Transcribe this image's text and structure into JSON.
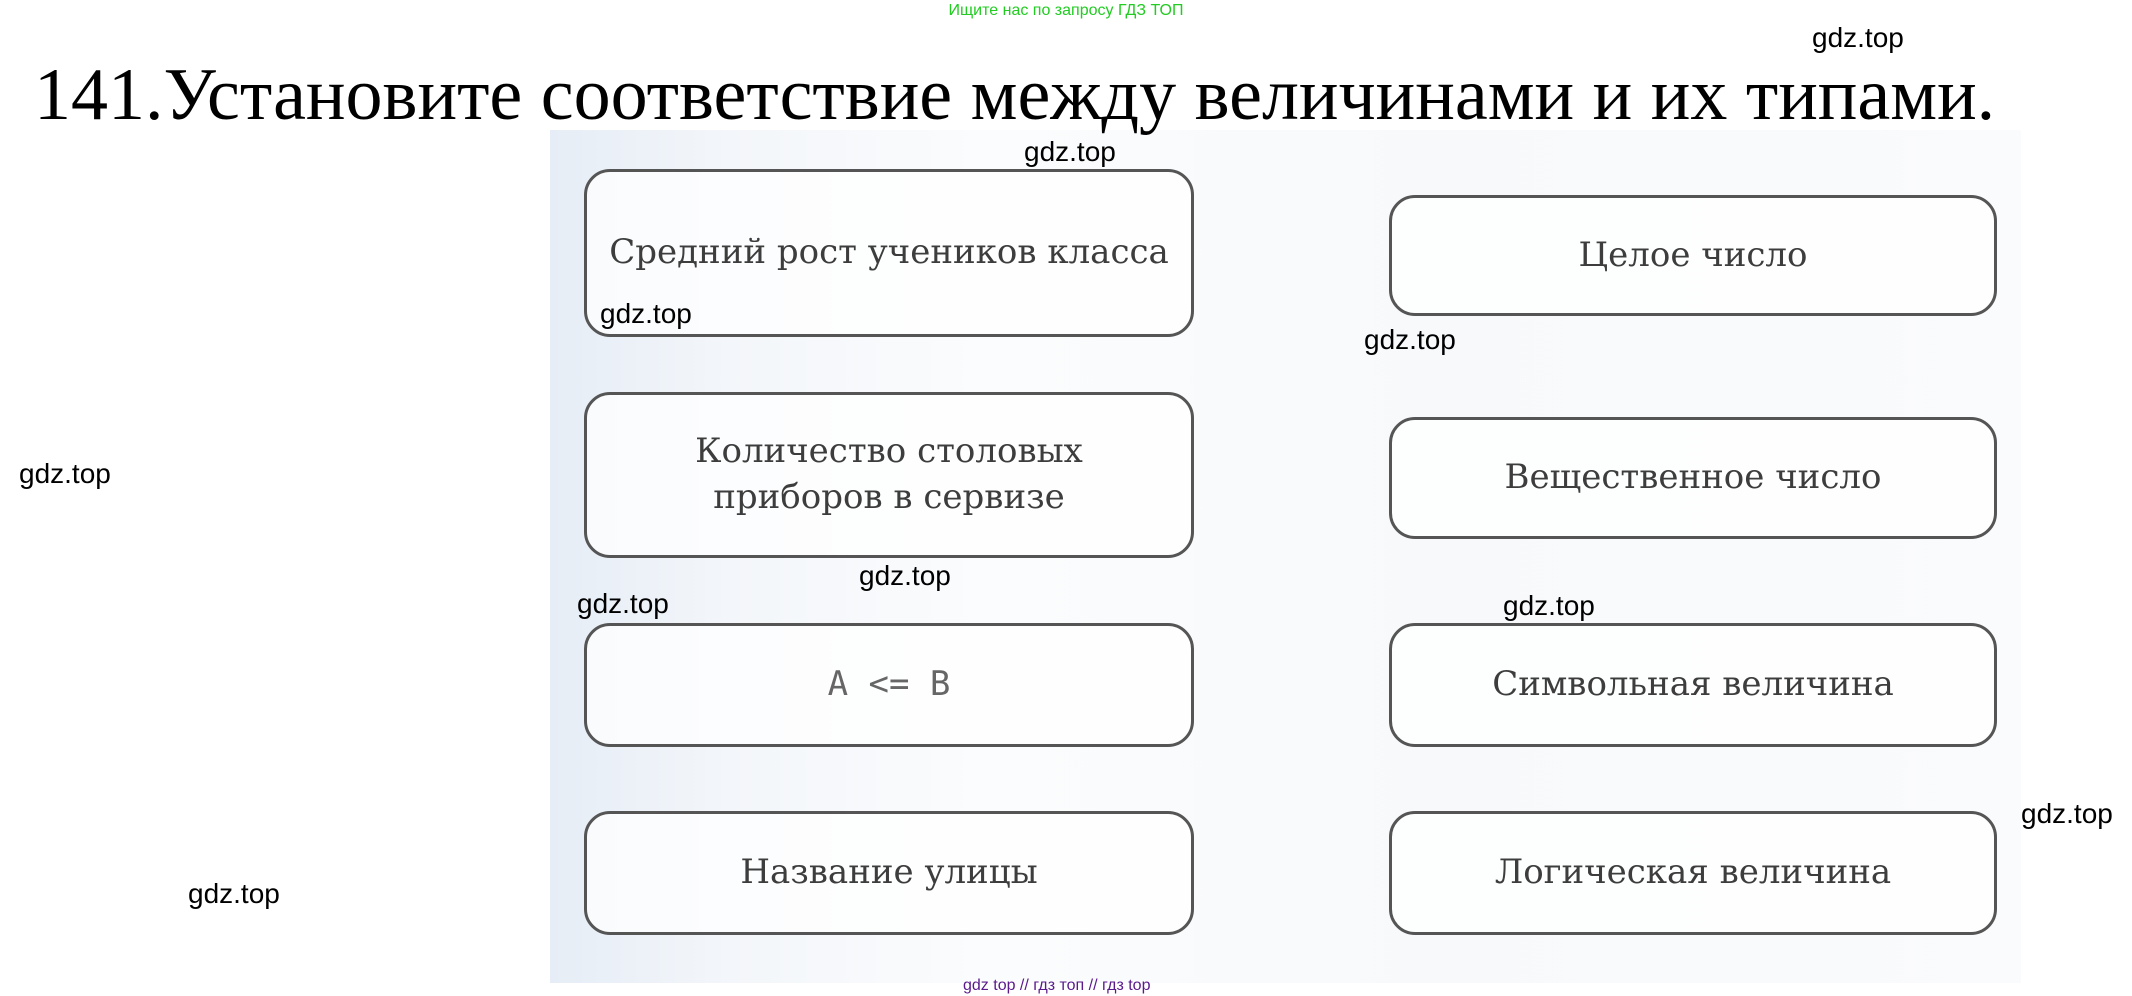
{
  "top_link": "Ищите нас по запросу ГДЗ ТОП",
  "title": "141.Установите соответствие между величинами и их типами.",
  "left_items": [
    "Средний рост учеников класса",
    "Количество столовых приборов в сервизе",
    "A <= B",
    "Название улицы"
  ],
  "right_items": [
    "Целое число",
    "Вещественное число",
    "Символьная величина",
    "Логическая величина"
  ],
  "watermark": "gdz.top",
  "footer": "gdz top // гдз топ // гдз top"
}
